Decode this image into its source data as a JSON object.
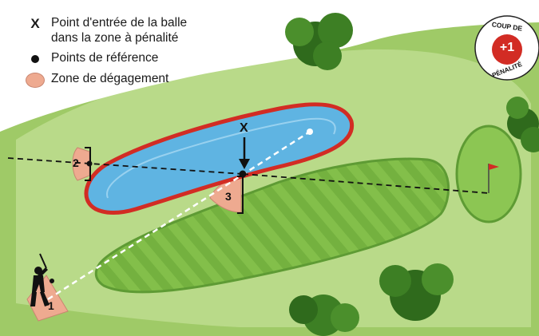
{
  "legend": {
    "entry_point_symbol": "X",
    "entry_point_line1": "Point d'entrée de la balle",
    "entry_point_line2": "dans la zone à pénalité",
    "reference_points": "Points de référence",
    "relief_zone": "Zone de dégagement"
  },
  "diagram": {
    "entry_marker": "X",
    "zone_labels": [
      "1",
      "2",
      "3"
    ]
  },
  "badge": {
    "top_text": "COUP DE",
    "value": "+1",
    "bottom_text": "PÉNALITÉ"
  },
  "colors": {
    "rough": "#9fca67",
    "light_rough": "#b9da89",
    "fairway": "#7fbc47",
    "water": "#5fb4e2",
    "penalty_border": "#d22c24",
    "relief_zone": "#eeaa90",
    "badge_red": "#d22c24"
  }
}
